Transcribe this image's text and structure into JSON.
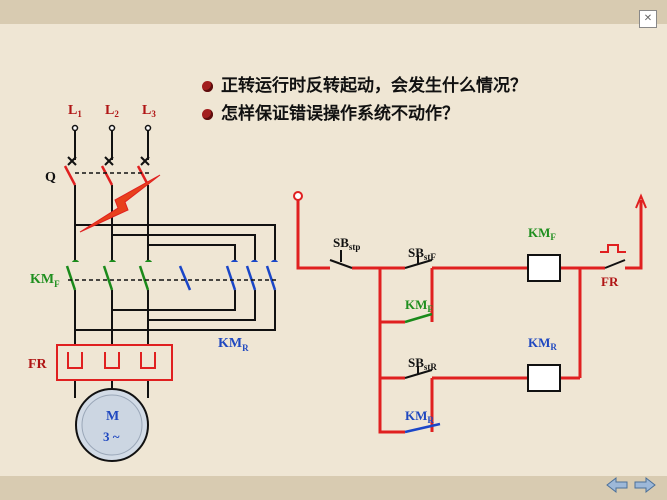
{
  "questions": [
    "正转运行时反转起动，会发生什么情况？",
    "怎样保证错误操作系统不动作？"
  ],
  "power": {
    "phase_labels": [
      "L",
      "L",
      "L"
    ],
    "phase_subs": [
      "1",
      "2",
      "3"
    ],
    "switch_label": "Q",
    "contactor_f": "KM",
    "contactor_f_sub": "F",
    "contactor_r": "KM",
    "contactor_r_sub": "R",
    "relay_label": "FR",
    "motor_line1": "M",
    "motor_line2": "3 ~"
  },
  "control": {
    "sb_stop": "SB",
    "sb_stop_sub": "stp",
    "sb_start_f": "SB",
    "sb_start_f_sub": "stF",
    "sb_start_r": "SB",
    "sb_start_r_sub": "stR",
    "km_f_aux": "KM",
    "km_f_aux_sub": "F",
    "km_r_aux": "KM",
    "km_r_aux_sub": "R",
    "km_f_coil": "KM",
    "km_f_coil_sub": "F",
    "km_r_coil": "KM",
    "km_r_coil_sub": "R",
    "fr_contact": "FR"
  },
  "colors": {
    "wire_black": "#111111",
    "wire_red": "#e02020",
    "green": "#1a8a1a",
    "blue": "#1a46c8",
    "label_green": "#1f8f1f",
    "label_blue": "#1f48c0",
    "label_red": "#b01515"
  }
}
